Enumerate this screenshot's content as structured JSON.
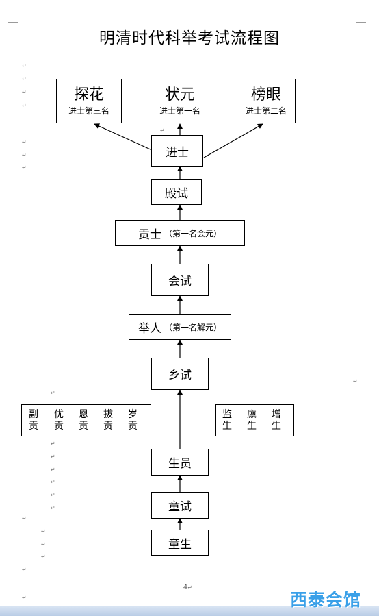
{
  "title": "明清时代科举考试流程图",
  "top_tier": [
    {
      "main": "探花",
      "sub": "进士第三名"
    },
    {
      "main": "状元",
      "sub": "进士第一名"
    },
    {
      "main": "榜眼",
      "sub": "进士第二名"
    }
  ],
  "stages": {
    "jinshi": "进士",
    "dianshi": "殿试",
    "gongshi": "贡士",
    "gongshi_note": "（第一名会元）",
    "huishi": "会试",
    "juren": "举人",
    "juren_note": "（第一名解元）",
    "xiangshi": "乡试",
    "shengyuan": "生员",
    "tongshi": "童试",
    "tongsheng": "童生"
  },
  "left_group": [
    [
      "副",
      "贡"
    ],
    [
      "优",
      "贡"
    ],
    [
      "恩",
      "贡"
    ],
    [
      "拔",
      "贡"
    ],
    [
      "岁",
      "贡"
    ]
  ],
  "right_group": [
    [
      "监",
      "生"
    ],
    [
      "廪",
      "生"
    ],
    [
      "增",
      "生"
    ]
  ],
  "page_number": "4",
  "paragraph_mark": "↵",
  "watermark": "西泰会馆"
}
